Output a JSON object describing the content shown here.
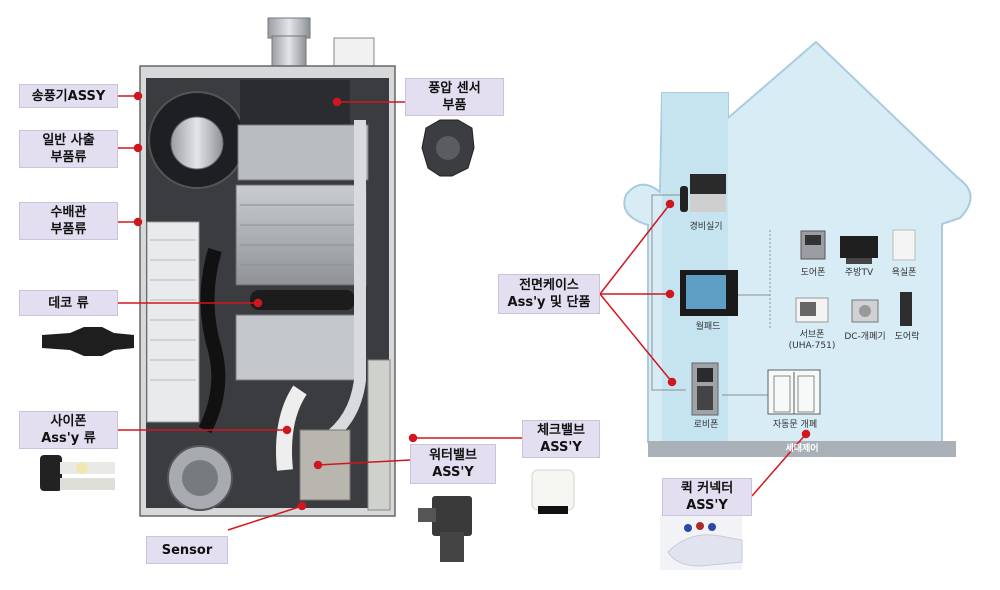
{
  "callouts": {
    "blower": "송풍기ASSY",
    "injection_1": "일반 사출",
    "injection_2": "부품류",
    "water_pipe_1": "수배관",
    "water_pipe_2": "부품류",
    "deco": "데코 류",
    "siphon_1": "사이폰",
    "siphon_2": "Ass'y 류",
    "sensor": "Sensor",
    "wind_sensor_1": "풍압 센서",
    "wind_sensor_2": "부품",
    "water_valve_1": "워터밸브",
    "water_valve_2": "ASS'Y",
    "check_valve_1": "체크밸브",
    "check_valve_2": "ASS'Y",
    "front_case_1": "전면케이스",
    "front_case_2": "Ass'y 및 단품",
    "quick_connector_1": "퀵 커넥터",
    "quick_connector_2": "ASS'Y"
  },
  "house": {
    "security": "경비실기",
    "wallpad": "월패드",
    "lobby": "로비폰",
    "door_camera": "도어폰",
    "kitchen_tv": "주방TV",
    "bath_phone": "욕실폰",
    "subphone_1": "서브폰",
    "subphone_2": "(UHA-751)",
    "dc_opener": "DC-개폐기",
    "door_lock": "도어락",
    "auto_door": "자동문 개폐",
    "footer": "세대제어"
  },
  "colors": {
    "callout_bg": "#e3dff0",
    "leader_line": "#d0161e",
    "house_fill": "#d7ecf5",
    "house_outline": "#a9cbe0"
  }
}
